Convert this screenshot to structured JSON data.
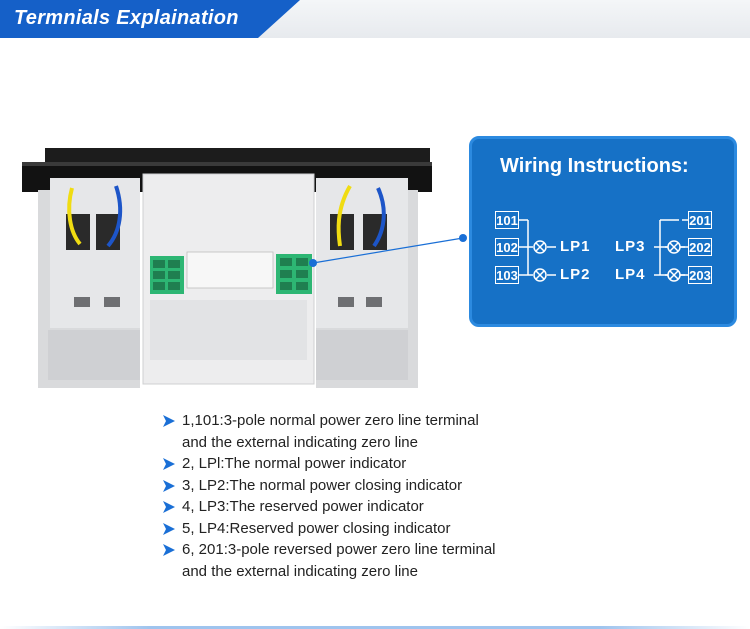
{
  "header": {
    "title": "Termnials Explaination"
  },
  "wiring_panel": {
    "title": "Wiring Instructions:",
    "left_terminals": [
      "101",
      "102",
      "103"
    ],
    "right_terminals": [
      "201",
      "202",
      "203"
    ],
    "left_labels": [
      "LP1",
      "LP2"
    ],
    "right_labels": [
      "LP3",
      "LP4"
    ]
  },
  "notes": [
    {
      "lines": [
        "1,101:3-pole normal power zero line terminal",
        "and the external indicating zero line"
      ]
    },
    {
      "lines": [
        "2, LPl:The normal power indicator"
      ]
    },
    {
      "lines": [
        "3, LP2:The normal power closing indicator"
      ]
    },
    {
      "lines": [
        "4, LP3:The reserved power indicator"
      ]
    },
    {
      "lines": [
        "5, LP4:Reserved power closing indicator"
      ]
    },
    {
      "lines": [
        "6, 201:3-pole reversed power zero line terminal",
        "and the external indicating zero line"
      ]
    }
  ],
  "colors": {
    "header_blue": "#1560c8",
    "panel_blue": "#1671c6",
    "arrow_blue": "#1a6fd6"
  }
}
